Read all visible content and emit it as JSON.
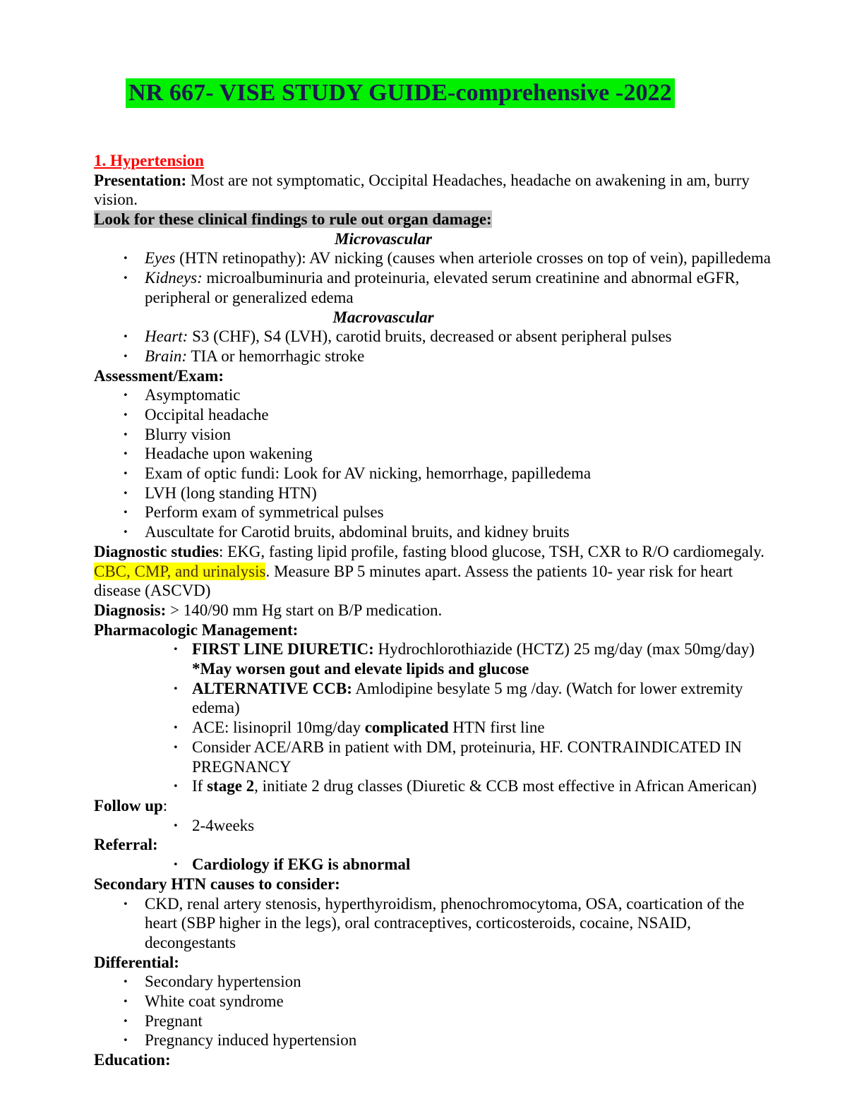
{
  "document": {
    "title": "NR 667- VISE STUDY GUIDE-comprehensive -2022",
    "title_highlight_color": "#00f000",
    "title_text_color": "#1b1b4f"
  },
  "colors": {
    "red_heading": "#ff0000",
    "gray_highlight": "#c4c4c4",
    "yellow_highlight": "#ffff00",
    "yellow_text": "#4a3000"
  },
  "section": {
    "number_and_name": "1. Hypertension",
    "presentation": {
      "label": "Presentation:",
      "text": " Most are not symptomatic, Occipital Headaches, headache on awakening in am, burry vision."
    },
    "organ_damage_header": "Look for these clinical findings to rule out organ damage:",
    "microvascular": {
      "heading": "Microvascular",
      "items": [
        {
          "lead": "Eyes",
          "rest": " (HTN retinopathy): AV nicking (causes when arteriole crosses on top of vein), papilledema"
        },
        {
          "lead": "Kidneys:",
          "rest": " microalbuminuria and proteinuria, elevated serum creatinine and abnormal eGFR, peripheral or generalized edema"
        }
      ]
    },
    "macrovascular": {
      "heading": "Macrovascular",
      "items": [
        {
          "lead": "Heart:",
          "rest": " S3 (CHF), S4 (LVH), carotid bruits, decreased or absent peripheral pulses"
        },
        {
          "lead": "Brain:",
          "rest": " TIA or hemorrhagic stroke"
        }
      ]
    },
    "assessment": {
      "label": "Assessment/Exam:",
      "items": [
        "Asymptomatic",
        "Occipital headache",
        "Blurry vision",
        "Headache upon wakening",
        "Exam of optic fundi: Look for AV nicking, hemorrhage, papilledema",
        "LVH (long standing HTN)",
        "Perform exam of symmetrical pulses",
        "Auscultate for Carotid bruits, abdominal bruits, and kidney bruits"
      ]
    },
    "diagnostic_studies": {
      "label": "Diagnostic studies",
      "part1": ": EKG, fasting lipid profile, fasting blood glucose, TSH, CXR to R/O cardiomegaly. ",
      "highlighted": "CBC, CMP, and urinalysis",
      "part2": ". Measure BP 5 minutes apart. Assess the patients 10- year risk for heart disease (ASCVD)"
    },
    "diagnosis": {
      "label": "Diagnosis:",
      "text": " > 140/90 mm Hg start on B/P medication."
    },
    "pharmacologic_management": {
      "label": "Pharmacologic Management:",
      "items": [
        {
          "bold_lead": "FIRST LINE DIURETIC:",
          "rest": " Hydrochlorothiazide (HCTZ) 25 mg/day (max 50mg/day) ",
          "bold_mid": "*May worsen gout and elevate lipids and glucose",
          "tail": ""
        },
        {
          "bold_lead": "ALTERNATIVE CCB:",
          "rest": " Amlodipine besylate 5 mg /day. (Watch for lower extremity edema)",
          "bold_mid": "",
          "tail": ""
        },
        {
          "bold_lead": "",
          "rest": "ACE: lisinopril 10mg/day ",
          "bold_mid": "complicated",
          "tail": " HTN first line"
        },
        {
          "bold_lead": "",
          "rest": "Consider ACE/ARB in patient with DM, proteinuria, HF. CONTRAINDICATED IN PREGNANCY",
          "bold_mid": "",
          "tail": ""
        },
        {
          "bold_lead": "",
          "rest": "If ",
          "bold_mid": "stage 2",
          "tail": ", initiate 2 drug classes (Diuretic & CCB most effective in African American)"
        }
      ]
    },
    "follow_up": {
      "label": "Follow up",
      "label_colon": ":",
      "items": [
        "2-4weeks"
      ]
    },
    "referral": {
      "label": "Referral:",
      "items": [
        "Cardiology if EKG is abnormal"
      ]
    },
    "secondary_causes": {
      "label": "Secondary HTN causes to consider:",
      "items": [
        "CKD, renal artery stenosis, hyperthyroidism, phenochromocytoma, OSA, coartication of the heart (SBP higher in the legs), oral contraceptives, corticosteroids, cocaine, NSAID, decongestants"
      ]
    },
    "differential": {
      "label": "Differential:",
      "items": [
        "Secondary hypertension",
        "White coat syndrome",
        "Pregnant",
        "Pregnancy induced hypertension"
      ]
    },
    "education": {
      "label": "Education:"
    }
  }
}
